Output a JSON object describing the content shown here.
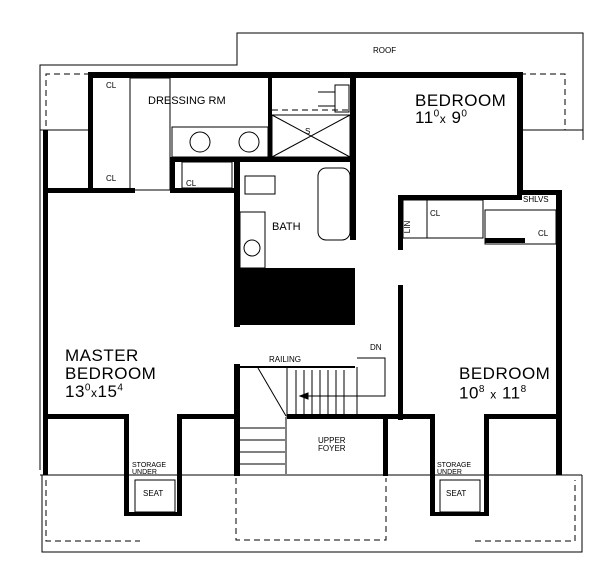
{
  "roof": "ROOF",
  "rooms": {
    "dressing": "DRESSING RM",
    "bedroom1": {
      "name": "BEDROOM",
      "dim_w": "11",
      "dim_w_sup": "0",
      "x": "x",
      "dim_h": "9",
      "dim_h_sup": "0"
    },
    "bath": "BATH",
    "master": {
      "name1": "MASTER",
      "name2": "BEDROOM",
      "dim_w": "13",
      "dim_w_sup": "0",
      "x": "x",
      "dim_h": "15",
      "dim_h_sup": "4"
    },
    "bedroom2": {
      "name": "BEDROOM",
      "dim_w": "10",
      "dim_w_sup": "8",
      "x": "x",
      "dim_h": "11",
      "dim_h_sup": "8"
    },
    "foyer1": "UPPER",
    "foyer2": "FOYER"
  },
  "labels": {
    "cl": "CL",
    "shower": "S",
    "lin": "LIN",
    "shelves": "SHLVS",
    "railing": "RAILING",
    "down": "DN",
    "storage1": "STORAGE",
    "storage2": "UNDER",
    "seat": "SEAT"
  }
}
